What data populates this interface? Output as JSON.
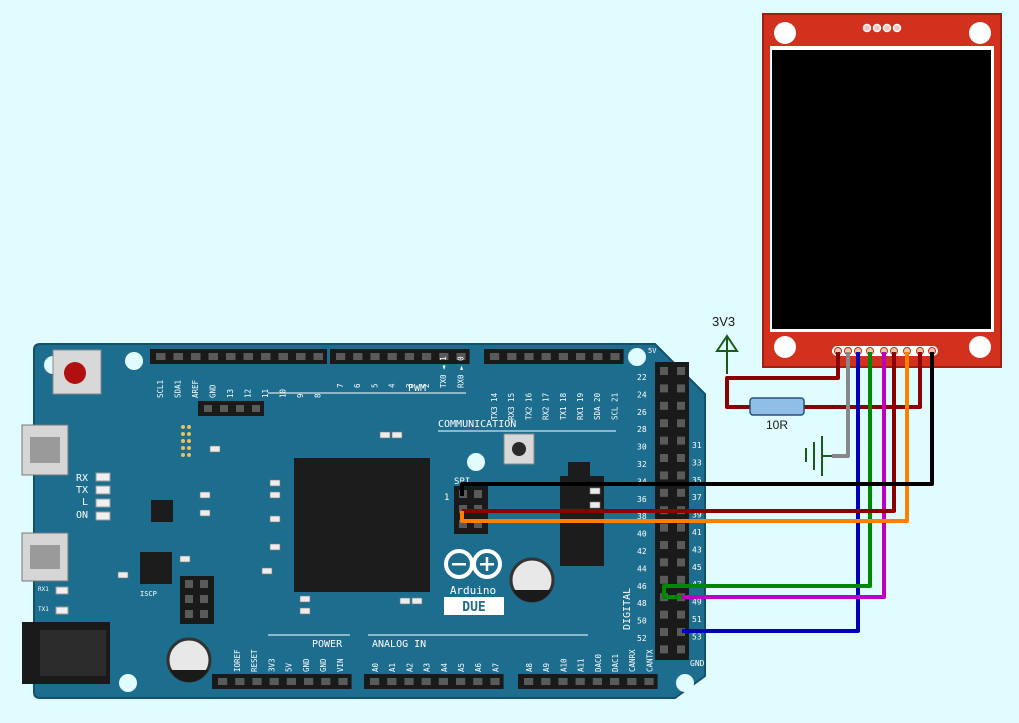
{
  "board": {
    "name": "Arduino",
    "model": "DUE",
    "labels": {
      "pwm": "PWM",
      "communication": "COMMUNICATION",
      "power": "POWER",
      "analog_in": "ANALOG IN",
      "digital": "DIGITAL",
      "spi": "SPI",
      "icsp": "ISCP",
      "gnd": "GND",
      "five_v": "5V",
      "pin_one": "1",
      "rx": "RX",
      "tx": "TX",
      "l": "L",
      "on": "ON",
      "rx1": "RX1",
      "tx1": "TX1"
    },
    "top_header_left": [
      "SCL1",
      "SDA1",
      "AREF",
      "GND",
      "13",
      "12",
      "11",
      "10",
      "9",
      "8"
    ],
    "top_header_mid": [
      "7",
      "6",
      "5",
      "4",
      "3",
      "2",
      "TX0 ◄ 1",
      "RX0 ► 0"
    ],
    "top_header_comm": [
      "TX3 14",
      "RX3 15",
      "TX2 16",
      "RX2 17",
      "TX1 18",
      "RX1 19",
      "SDA 20",
      "SCL 21"
    ],
    "power_header": [
      "IOREF",
      "RESET",
      "3V3",
      "5V",
      "GND",
      "GND",
      "VIN"
    ],
    "analog_left": [
      "A0",
      "A1",
      "A2",
      "A3",
      "A4",
      "A5",
      "A6",
      "A7"
    ],
    "analog_right": [
      "A8",
      "A9",
      "A10",
      "A11",
      "DAC0",
      "DAC1",
      "CANRX",
      "CANTX"
    ],
    "digital_left": [
      "22",
      "24",
      "26",
      "28",
      "30",
      "32",
      "34",
      "36",
      "38",
      "40",
      "42",
      "44",
      "46",
      "48",
      "50",
      "52"
    ],
    "digital_right": [
      "31",
      "33",
      "35",
      "37",
      "39",
      "41",
      "43",
      "45",
      "47",
      "49",
      "51",
      "53"
    ]
  },
  "circuit": {
    "supply_label": "3V3",
    "resistor_label": "10R"
  },
  "colors": {
    "background": "#e0fcff",
    "board": "#1d6d8f",
    "display_pcb": "#d2311d",
    "wire_red": "#8b0000",
    "wire_gray": "#888888",
    "wire_green": "#008800",
    "wire_blue": "#0000bb",
    "wire_magenta": "#c000c0",
    "wire_orange": "#ff8000",
    "wire_black": "#000000"
  }
}
